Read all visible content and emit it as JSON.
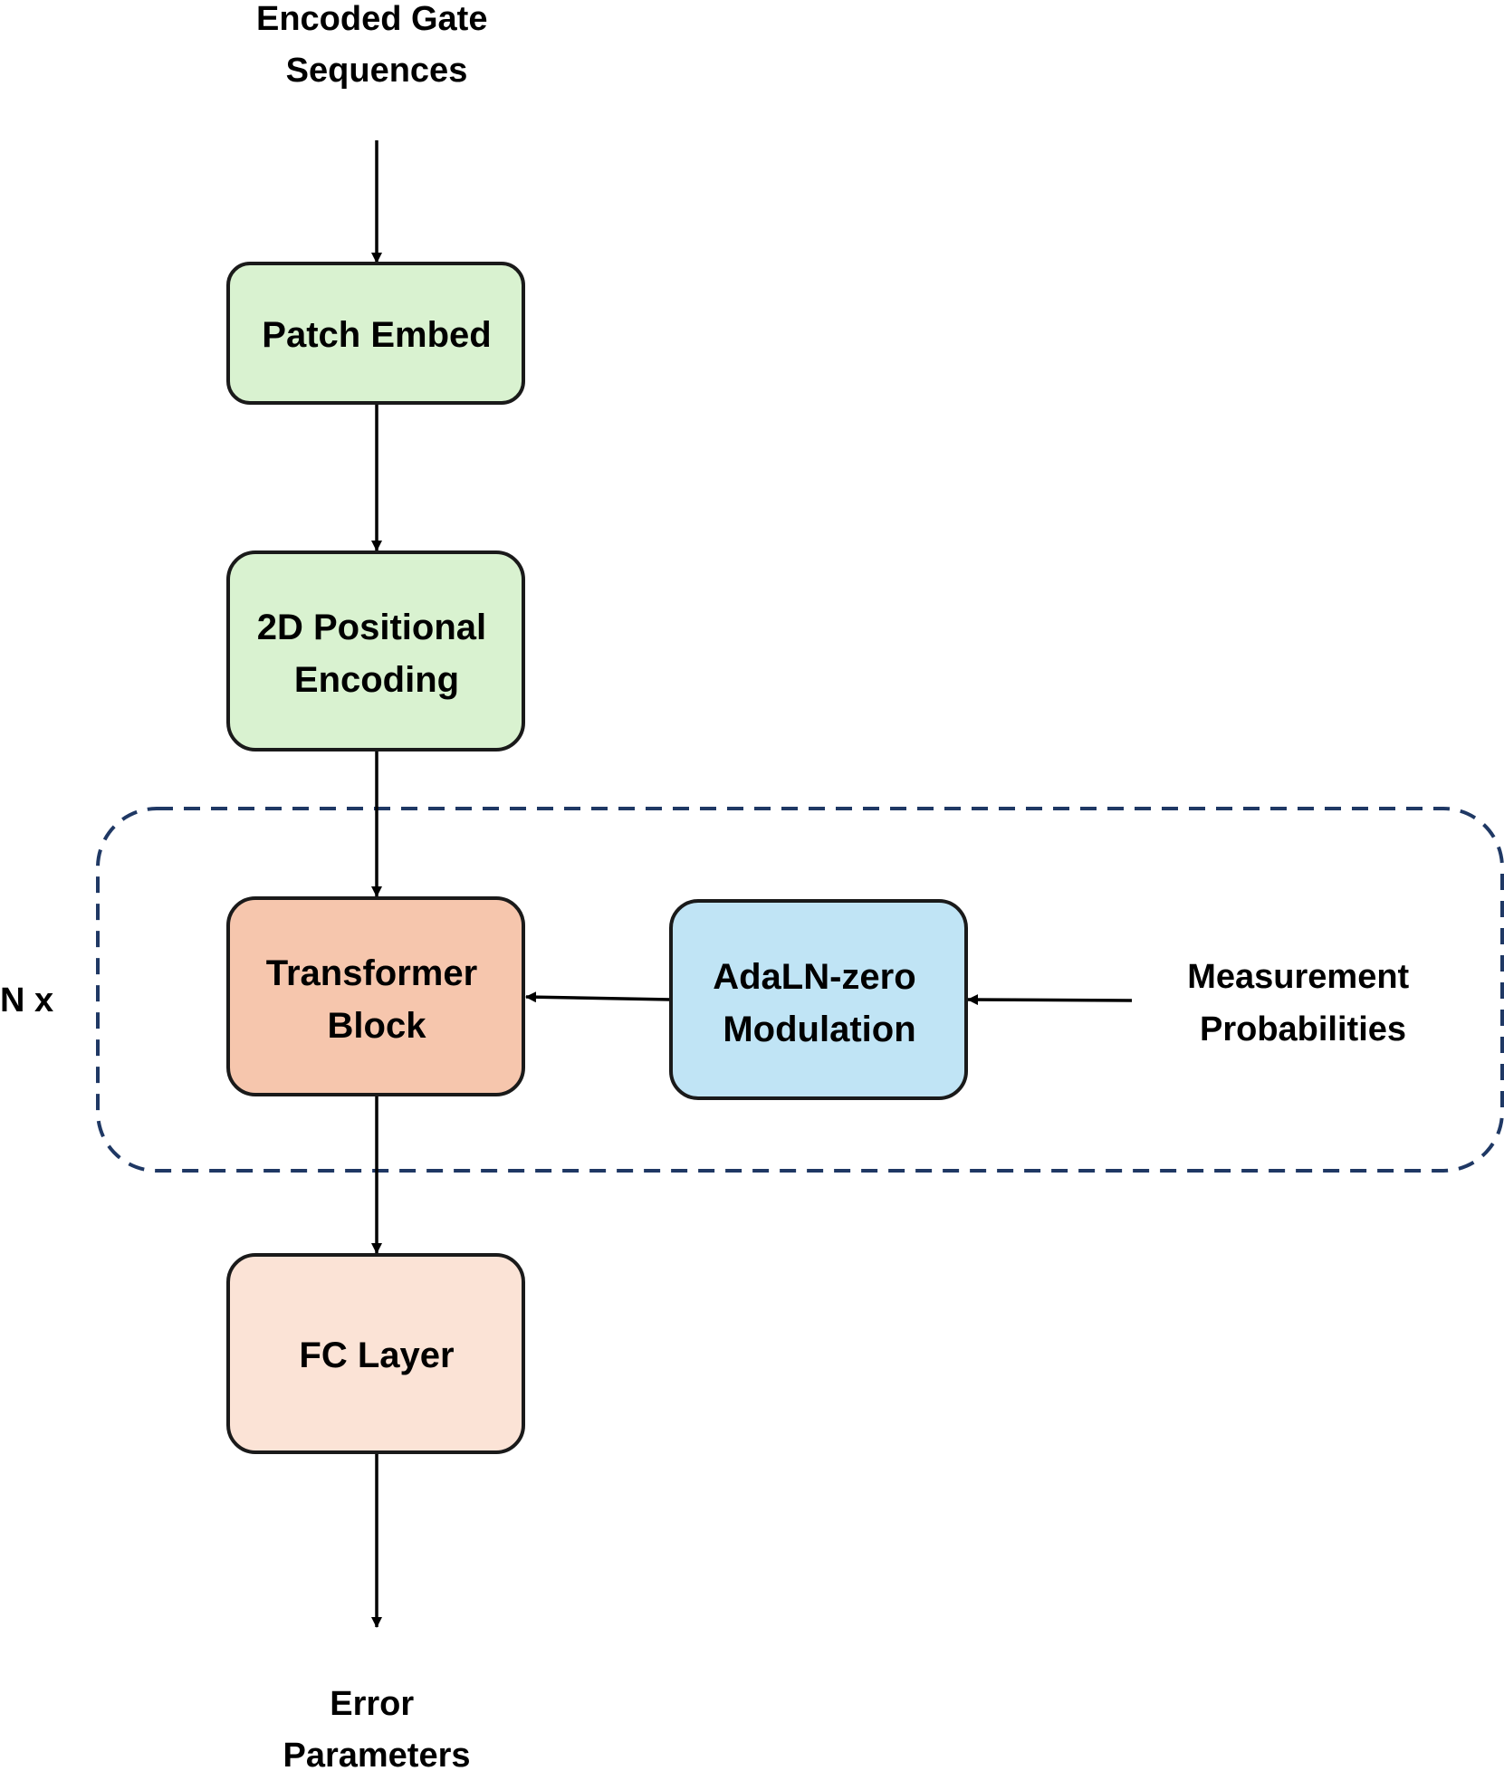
{
  "input_label": [
    "Encoded Gate",
    "Sequences"
  ],
  "nodes": {
    "patch_embed": {
      "lines": [
        "Patch Embed"
      ],
      "fill": "#d9f2d0"
    },
    "positional_encoding": {
      "lines": [
        "2D Positional",
        "Encoding"
      ],
      "fill": "#d9f2d0"
    },
    "transformer_block": {
      "lines": [
        "Transformer",
        "Block"
      ],
      "fill": "#f6c6ad"
    },
    "adaln_modulation": {
      "lines": [
        "AdaLN-zero",
        "Modulation"
      ],
      "fill": "#c0e4f5"
    },
    "fc_layer": {
      "lines": [
        "FC Layer"
      ],
      "fill": "#fbe3d6"
    }
  },
  "repeat_label": "N x",
  "condition_label": [
    "Measurement",
    "Probabilities"
  ],
  "output_label": [
    "Error",
    "Parameters"
  ],
  "colors": {
    "box_stroke": "#1a1a1a",
    "group_stroke": "#1f3864",
    "arrow": "#000000"
  }
}
